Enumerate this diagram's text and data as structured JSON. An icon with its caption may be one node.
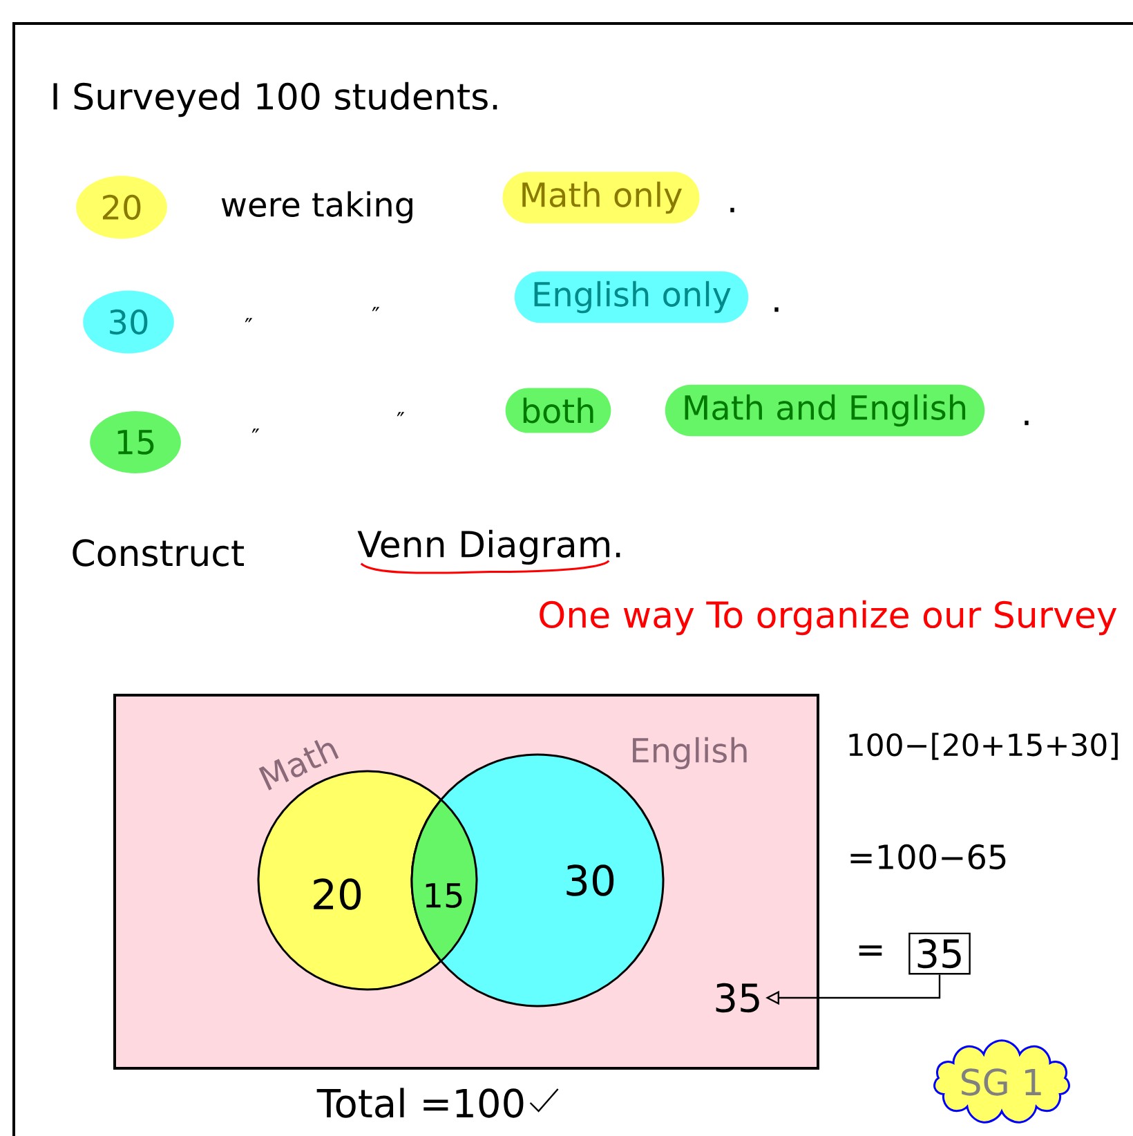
{
  "diagram": {
    "nodes": [
      {
        "text": [
          "20"
        ]
      },
      {
        "text": [
          "Math only"
        ],
        "beside": [
          "."
        ]
      },
      {
        "text": [
          "30"
        ]
      },
      {
        "text": [
          "English only"
        ],
        "beside": [
          "."
        ]
      },
      {
        "text": [
          "15"
        ]
      },
      {
        "text": [
          "both"
        ]
      },
      {
        "text": [
          "Math and English"
        ],
        "beside": [
          "."
        ]
      },
      {
        "text": [],
        "shape": "box",
        "beside": [
          "Total =100"
        ]
      },
      {
        "text": [
          "Math",
          "20"
        ],
        "in": 7
      },
      {
        "text": [
          "English",
          "30"
        ],
        "in": 7
      },
      {
        "text": [
          "35"
        ],
        "in": 7
      },
      {
        "text": [
          "35"
        ],
        "beside": [
          "="
        ]
      },
      {
        "text": [
          "SG 1"
        ]
      }
    ],
    "edges": [
      {
        "from": 11,
        "to": 10,
        "arrow": "to"
      }
    ],
    "labels": [
      "I Surveyed 100 students.",
      "were taking",
      "″",
      "″",
      "″",
      "″",
      "Construct",
      "Venn Diagram.",
      "One way To organize our Survey",
      "15",
      "100−[20+15+30]",
      "=100−65"
    ]
  }
}
